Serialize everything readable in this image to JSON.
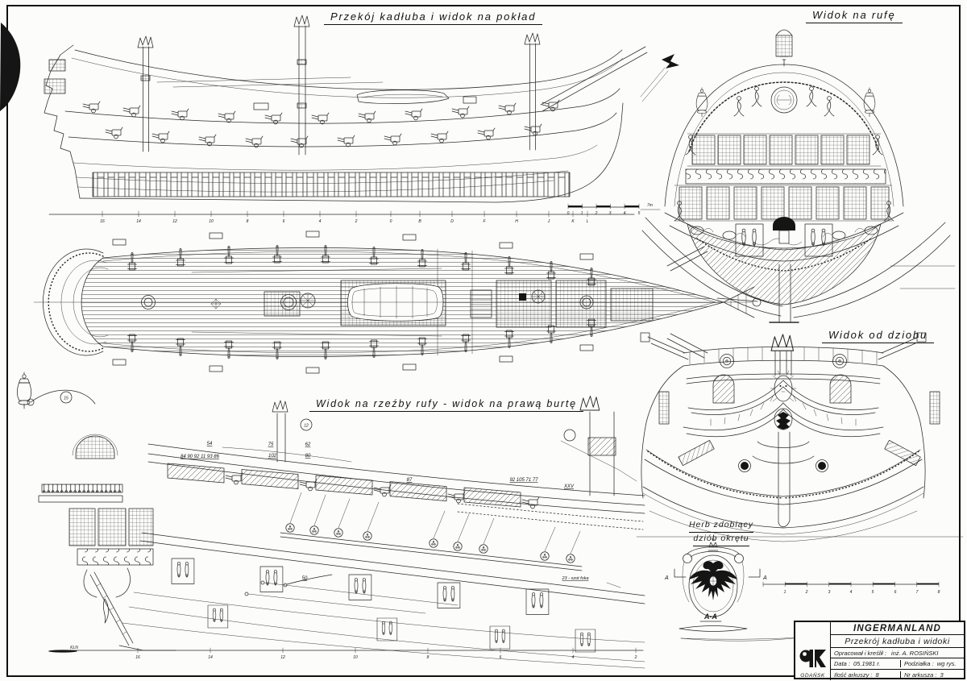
{
  "titles": {
    "hull_section": "Przekój kadłuba i widok na pokład",
    "stern_view": "Widok na rufę",
    "bow_view": "Widok od dziobu",
    "side_view": "Widok na rzeźby rufy - widok na prawą burtę",
    "herb_line1": "Herb zdobiący",
    "herb_line2": "dziób okrętu",
    "section_aa": "A-A",
    "section_mark": "A"
  },
  "title_block": {
    "ship_name": "INGERMANLAND",
    "drawing_title": "Przekrój kadłuba i widoki",
    "author_label": "Opracował i kreślił :",
    "author": "inż. A. ROSIŃSKI",
    "date_label": "Data :",
    "date": "05.1981 r.",
    "scale_label": "Podziałka :",
    "scale": "wg rys.",
    "sheets_label": "Ilość arkuszy :",
    "sheets": "8",
    "sheet_no_label": "Nr arkusza :",
    "sheet_no": "3",
    "logo_city": "GDAŃSK"
  },
  "scales": {
    "hull_stations": [
      "16",
      "14",
      "12",
      "10",
      "8",
      "6",
      "4",
      "2",
      "0",
      "B",
      "D",
      "F",
      "H",
      "J",
      "K",
      "L"
    ],
    "meter_ruler": [
      "0",
      "1",
      "2",
      "3",
      "4",
      "5"
    ],
    "side_stations": [
      "16",
      "14",
      "12",
      "10",
      "8",
      "6",
      "4",
      "2"
    ],
    "herb_ruler": [
      "1",
      "2",
      "3",
      "4",
      "5",
      "6",
      "7",
      "8"
    ],
    "stern_scale_note": "7m"
  },
  "annotations": {
    "l54": "54",
    "row1": "84  90 92  11 93  86",
    "l75": "75",
    "l62": "62",
    "l102": "102",
    "l80": "80",
    "l87": "87",
    "row2": "92  105  71 77",
    "xxv": "XXV",
    "l50": "50",
    "szot": "23 - szot foka",
    "c15": "15",
    "c12": "12",
    "kln": "KLN"
  }
}
